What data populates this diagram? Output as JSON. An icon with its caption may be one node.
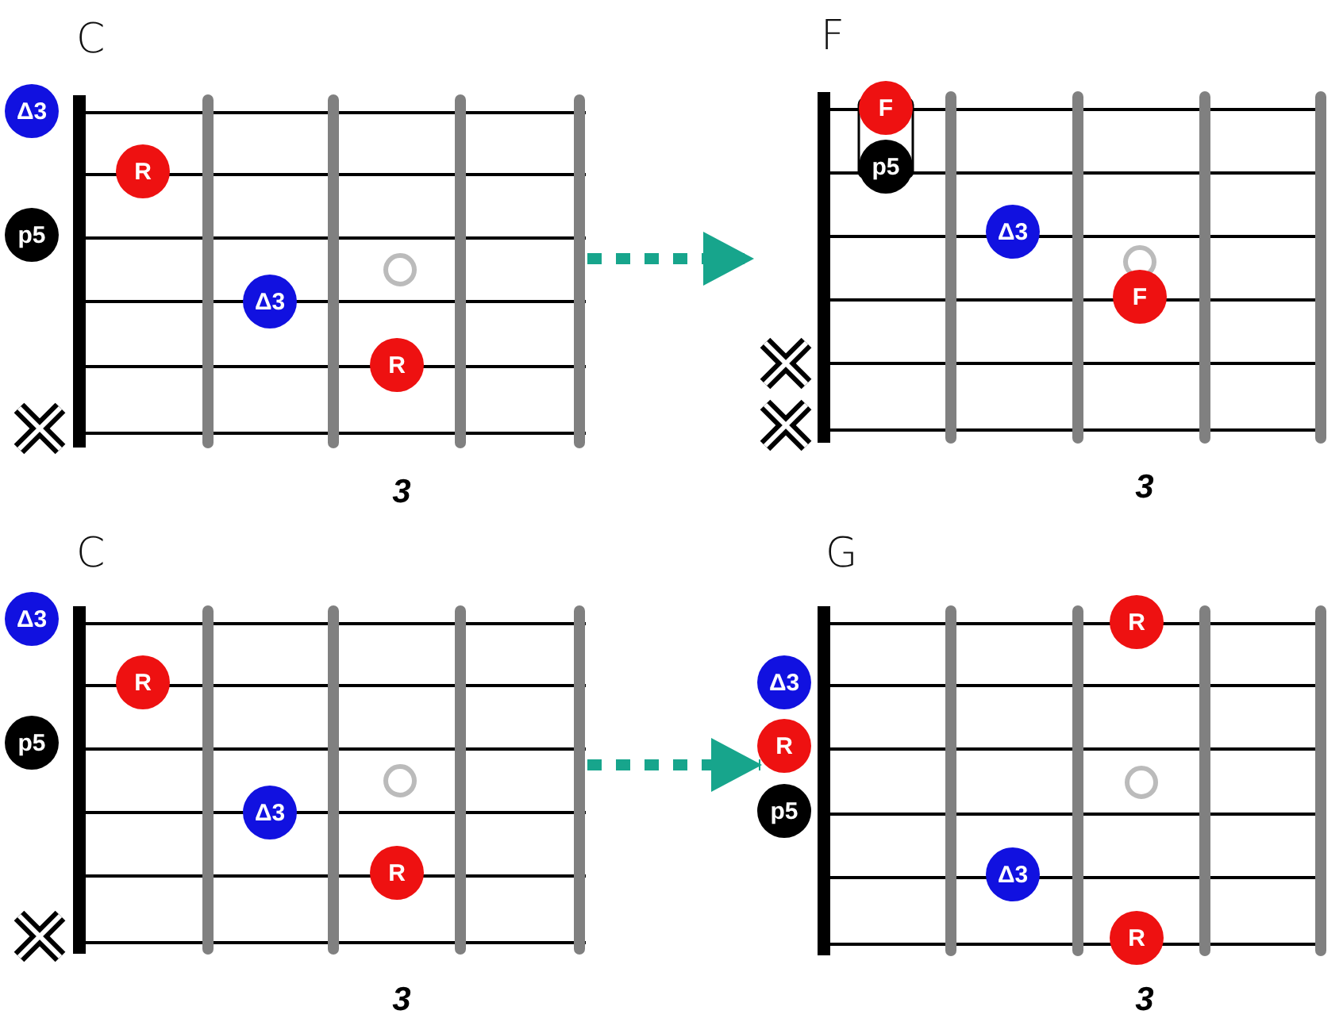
{
  "diagram": {
    "nodes": [
      {
        "text": [
          "C"
        ],
        "beside": [
          "3"
        ]
      },
      {
        "text": [
          "Δ3"
        ],
        "in": 0
      },
      {
        "text": [
          "R"
        ],
        "in": 0
      },
      {
        "text": [
          "p5"
        ],
        "in": 0
      },
      {
        "text": [
          "Δ3"
        ],
        "in": 0
      },
      {
        "text": [
          "R"
        ],
        "in": 0
      },
      {
        "text": [
          "F"
        ],
        "beside": [
          "3"
        ]
      },
      {
        "text": [
          "F"
        ],
        "in": 6
      },
      {
        "text": [
          "p5"
        ],
        "in": 6
      },
      {
        "text": [
          "Δ3"
        ],
        "in": 6
      },
      {
        "text": [
          "F"
        ],
        "in": 6
      },
      {
        "text": [
          "C"
        ],
        "beside": [
          "3"
        ]
      },
      {
        "text": [
          "Δ3"
        ],
        "in": 11
      },
      {
        "text": [
          "R"
        ],
        "in": 11
      },
      {
        "text": [
          "p5"
        ],
        "in": 11
      },
      {
        "text": [
          "Δ3"
        ],
        "in": 11
      },
      {
        "text": [
          "R"
        ],
        "in": 11
      },
      {
        "text": [
          "G"
        ],
        "beside": [
          "3"
        ]
      },
      {
        "text": [
          "R"
        ],
        "in": 17
      },
      {
        "text": [
          "Δ3"
        ]
      },
      {
        "text": [
          "R"
        ]
      },
      {
        "text": [
          "p5"
        ]
      },
      {
        "text": [
          "Δ3"
        ],
        "in": 17
      },
      {
        "text": [
          "R"
        ],
        "in": 17
      }
    ],
    "edges": [
      {
        "from": 0,
        "to": 6,
        "arrow": "to",
        "style": "dashed"
      },
      {
        "from": 11,
        "to": 20,
        "arrow": "to",
        "style": "dashed"
      }
    ]
  }
}
